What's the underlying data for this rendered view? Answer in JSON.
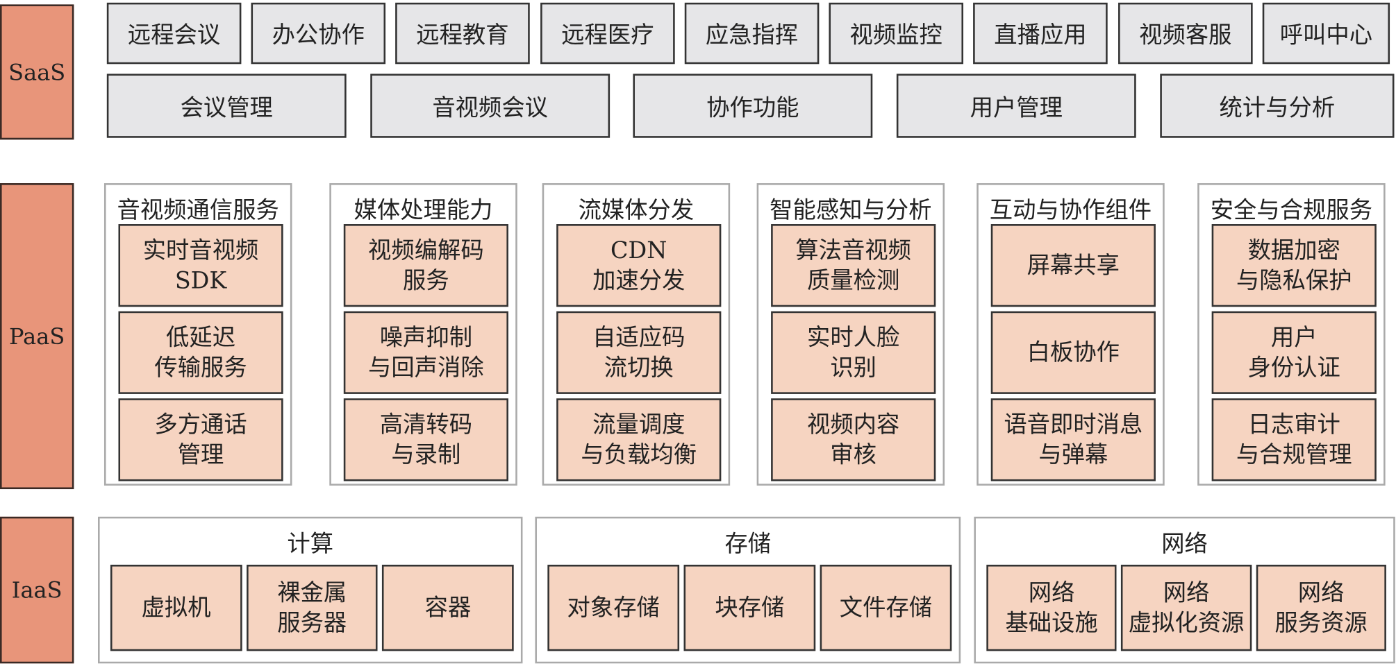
{
  "layers": {
    "saas": "SaaS",
    "paas": "PaaS",
    "iaas": "IaaS"
  },
  "saas": {
    "row1": [
      "远程会议",
      "办公协作",
      "远程教育",
      "远程医疗",
      "应急指挥",
      "视频监控",
      "直播应用",
      "视频客服",
      "呼叫中心"
    ],
    "row2": [
      "会议管理",
      "音视频会议",
      "协作功能",
      "用户管理",
      "统计与分析"
    ]
  },
  "paas": [
    {
      "title": "音视频通信服务",
      "items": [
        "实时音视频\nSDK",
        "低延迟\n传输服务",
        "多方通话\n管理"
      ]
    },
    {
      "title": "媒体处理能力",
      "items": [
        "视频编解码\n服务",
        "噪声抑制\n与回声消除",
        "高清转码\n与录制"
      ]
    },
    {
      "title": "流媒体分发",
      "items": [
        "CDN\n加速分发",
        "自适应码\n流切换",
        "流量调度\n与负载均衡"
      ]
    },
    {
      "title": "智能感知与分析",
      "items": [
        "算法音视频\n质量检测",
        "实时人脸\n识别",
        "视频内容\n审核"
      ]
    },
    {
      "title": "互动与协作组件",
      "items": [
        "屏幕共享",
        "白板协作",
        "语音即时消息\n与弹幕"
      ]
    },
    {
      "title": "安全与合规服务",
      "items": [
        "数据加密\n与隐私保护",
        "用户\n身份认证",
        "日志审计\n与合规管理"
      ]
    }
  ],
  "iaas": [
    {
      "title": "计算",
      "items": [
        "虚拟机",
        "裸金属\n服务器",
        "容器"
      ]
    },
    {
      "title": "存储",
      "items": [
        "对象存储",
        "块存储",
        "文件存储"
      ]
    },
    {
      "title": "网络",
      "items": [
        "网络\n基础设施",
        "网络\n虚拟化资源",
        "网络\n服务资源"
      ]
    }
  ]
}
